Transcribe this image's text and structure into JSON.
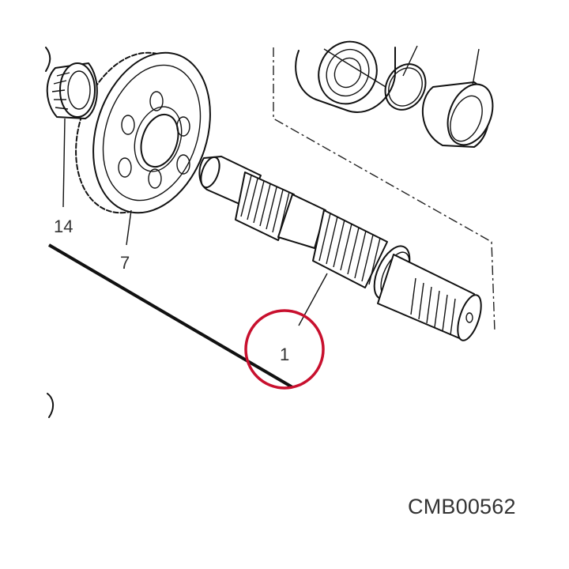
{
  "diagram": {
    "callouts": [
      {
        "id": "shaft",
        "label": "1"
      },
      {
        "id": "gear",
        "label": "7"
      },
      {
        "id": "needle-bearing",
        "label": "14"
      }
    ],
    "highlight_color": "#c8102e",
    "drawing_code": "CMB00562"
  }
}
